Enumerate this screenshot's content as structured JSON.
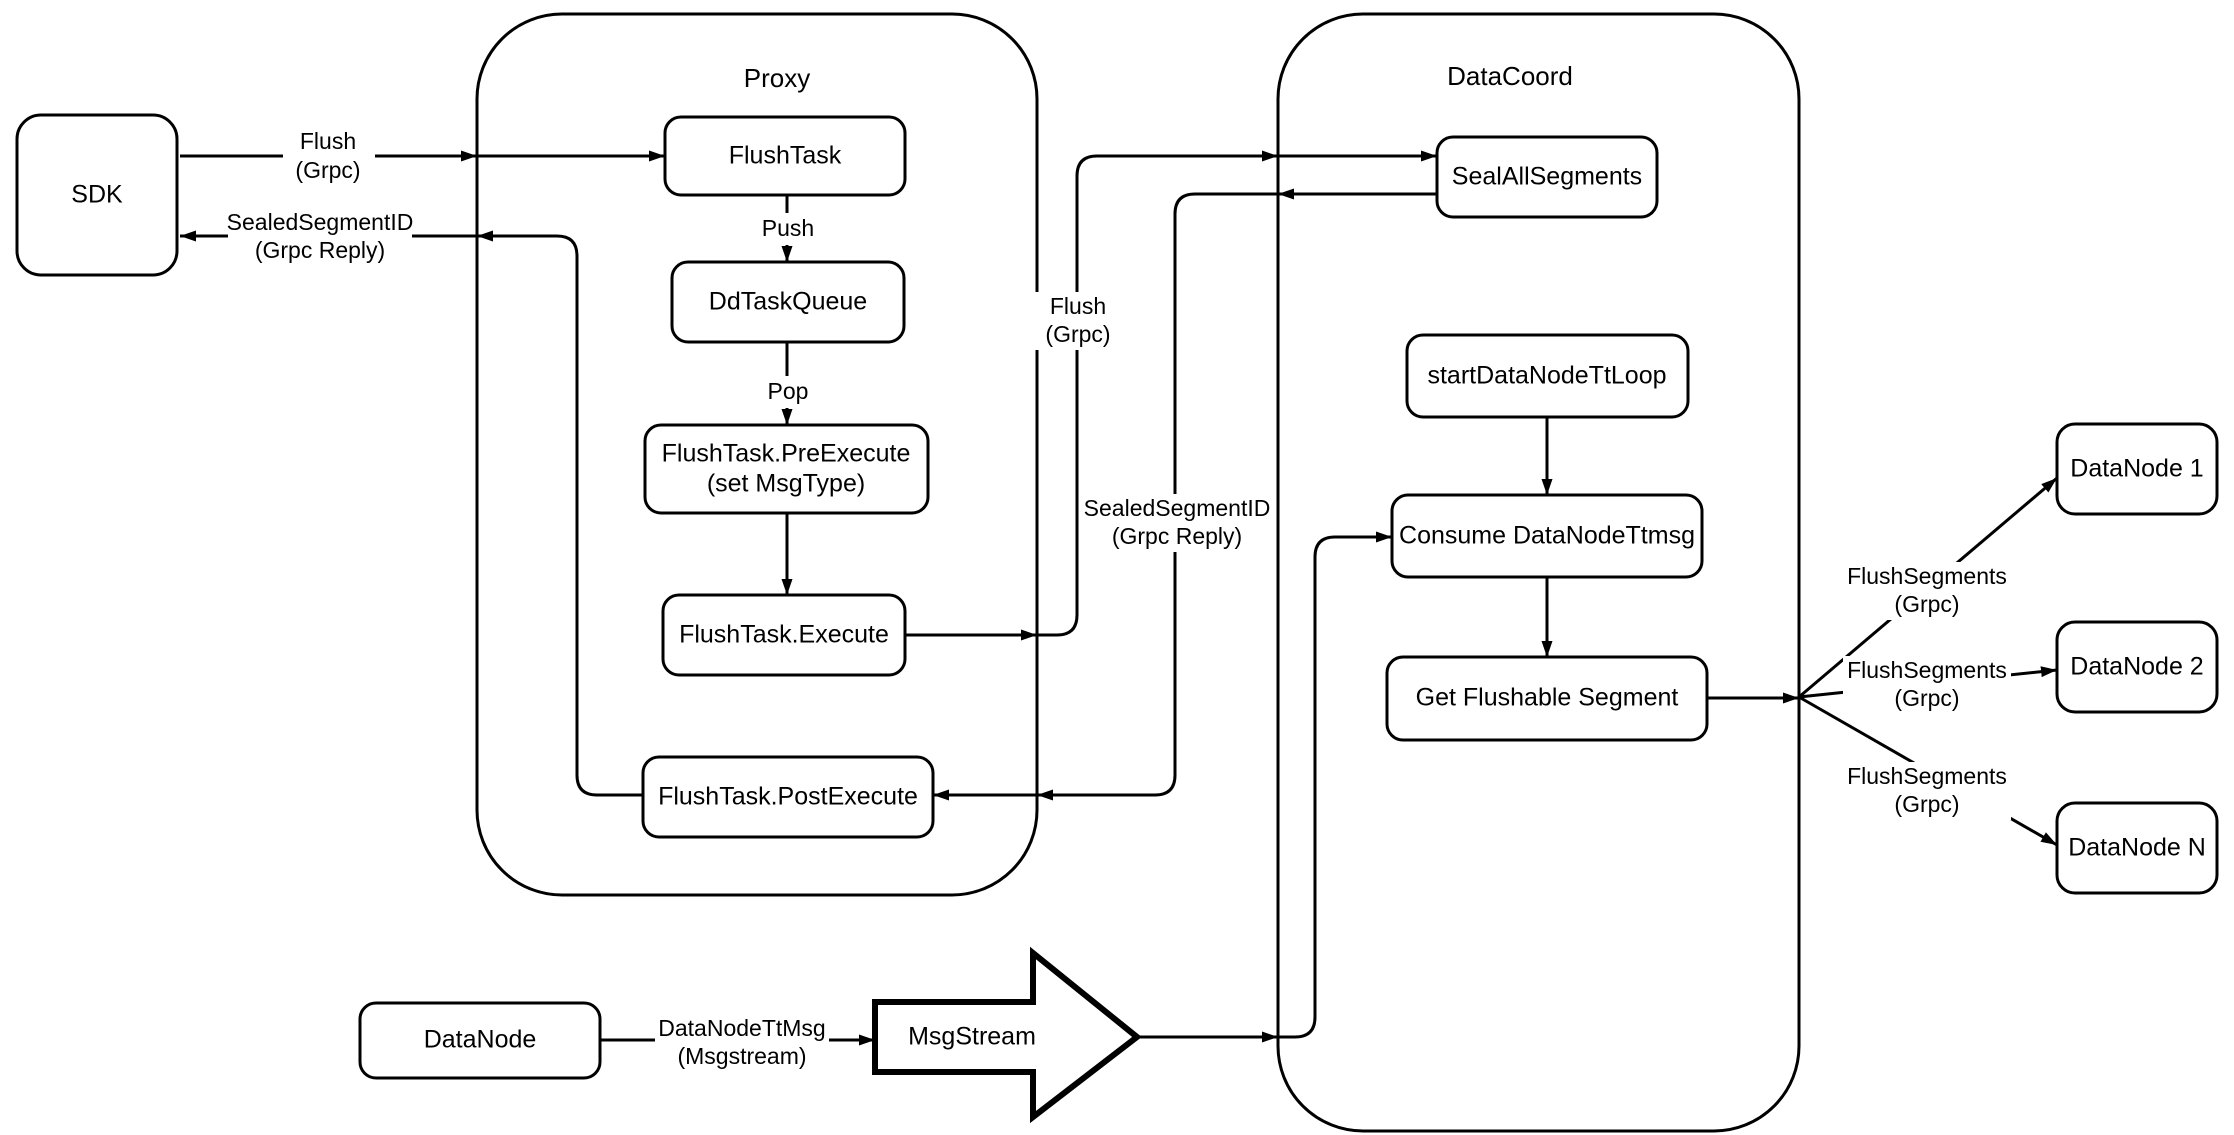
{
  "diagram": {
    "colors": {
      "stroke": "#000000",
      "node_fill": "#ffffff",
      "background": "#ffffff"
    },
    "containers": {
      "proxy": {
        "title": "Proxy"
      },
      "datacoord": {
        "title": "DataCoord"
      }
    },
    "nodes": {
      "sdk": "SDK",
      "flush_task": "FlushTask",
      "dd_task_queue": "DdTaskQueue",
      "pre_execute_line1": "FlushTask.PreExecute",
      "pre_execute_line2": "(set MsgType)",
      "execute": "FlushTask.Execute",
      "post_execute": "FlushTask.PostExecute",
      "seal_all_segments": "SealAllSegments",
      "start_datanode_tt_loop": "startDataNodeTtLoop",
      "consume_datanode_ttmsg": "Consume DataNodeTtmsg",
      "get_flushable_segment": "Get Flushable Segment",
      "datanode_1": "DataNode 1",
      "datanode_2": "DataNode 2",
      "datanode_n": "DataNode N",
      "datanode": "DataNode",
      "msgstream": "MsgStream"
    },
    "edge_labels": {
      "flush_sdk": {
        "line1": "Flush",
        "line2": "(Grpc)"
      },
      "sealed_sdk": {
        "line1": "SealedSegmentID",
        "line2": "(Grpc Reply)"
      },
      "push": "Push",
      "pop": "Pop",
      "flush_mid": {
        "line1": "Flush",
        "line2": "(Grpc)"
      },
      "sealed_mid": {
        "line1": "SealedSegmentID",
        "line2": "(Grpc Reply)"
      },
      "flush_segments_1": {
        "line1": "FlushSegments",
        "line2": "(Grpc)"
      },
      "flush_segments_2": {
        "line1": "FlushSegments",
        "line2": "(Grpc)"
      },
      "flush_segments_3": {
        "line1": "FlushSegments",
        "line2": "(Grpc)"
      },
      "datanode_ttmsg": {
        "line1": "DataNodeTtMsg",
        "line2": "(Msgstream)"
      }
    }
  }
}
